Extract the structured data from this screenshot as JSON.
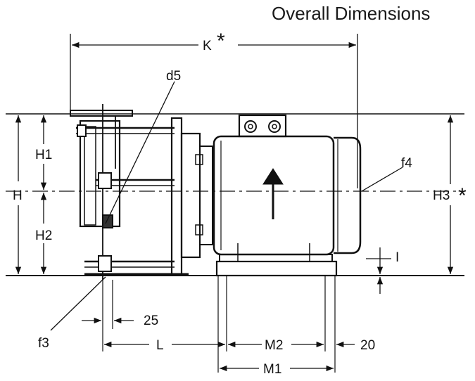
{
  "title": "Overall Dimensions",
  "labels": {
    "K": "K",
    "d5": "d5",
    "H1": "H1",
    "H": "H",
    "H2": "H2",
    "f4": "f4",
    "H3": "H3",
    "I": "I",
    "f3": "f3",
    "d25": "25",
    "L": "L",
    "M2": "M2",
    "d20": "20",
    "M1": "M1",
    "star": "*"
  }
}
